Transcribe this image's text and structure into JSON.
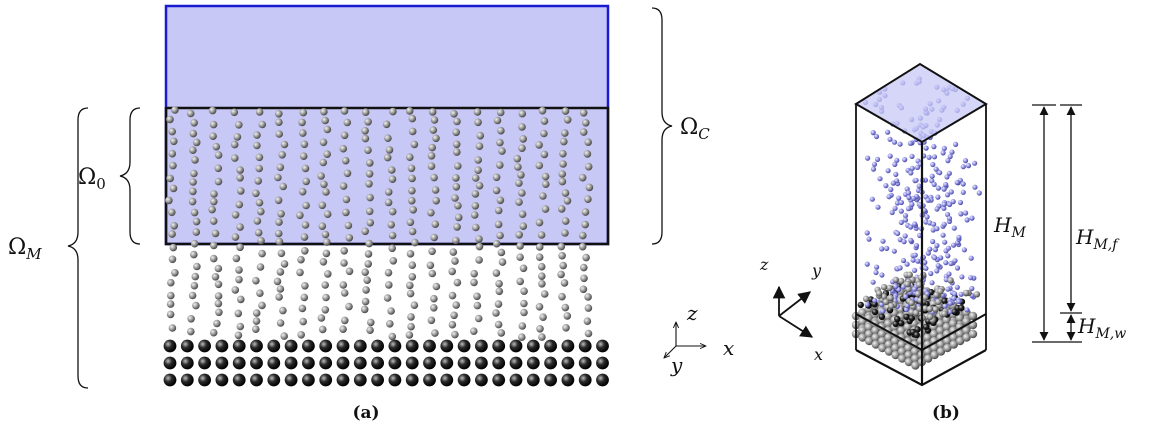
{
  "panel_a": {
    "caption": "(a)",
    "omega_c": "Ω",
    "omega_c_sub": "C",
    "omega_0": "Ω",
    "omega_0_sub": "0",
    "omega_m": "Ω",
    "omega_m_sub": "M",
    "axis_z": "z",
    "axis_x": "x",
    "axis_y": "y"
  },
  "panel_b": {
    "caption": "(b)",
    "axis_z": "z",
    "axis_y": "y",
    "axis_x": "x",
    "h_m": "H",
    "h_m_sub": "M",
    "h_mf": "H",
    "h_mf_sub": "M,f",
    "h_mw": "H",
    "h_mw_sub": "M,w"
  },
  "colors": {
    "fluid_fill": "#c8c8f7",
    "continuum_stroke": "#1a1ad1",
    "wall_atom": "#1a1a1a",
    "fluid_atom": "#9a9a9a",
    "fluid_atom_3d": "#8a8ae0"
  }
}
